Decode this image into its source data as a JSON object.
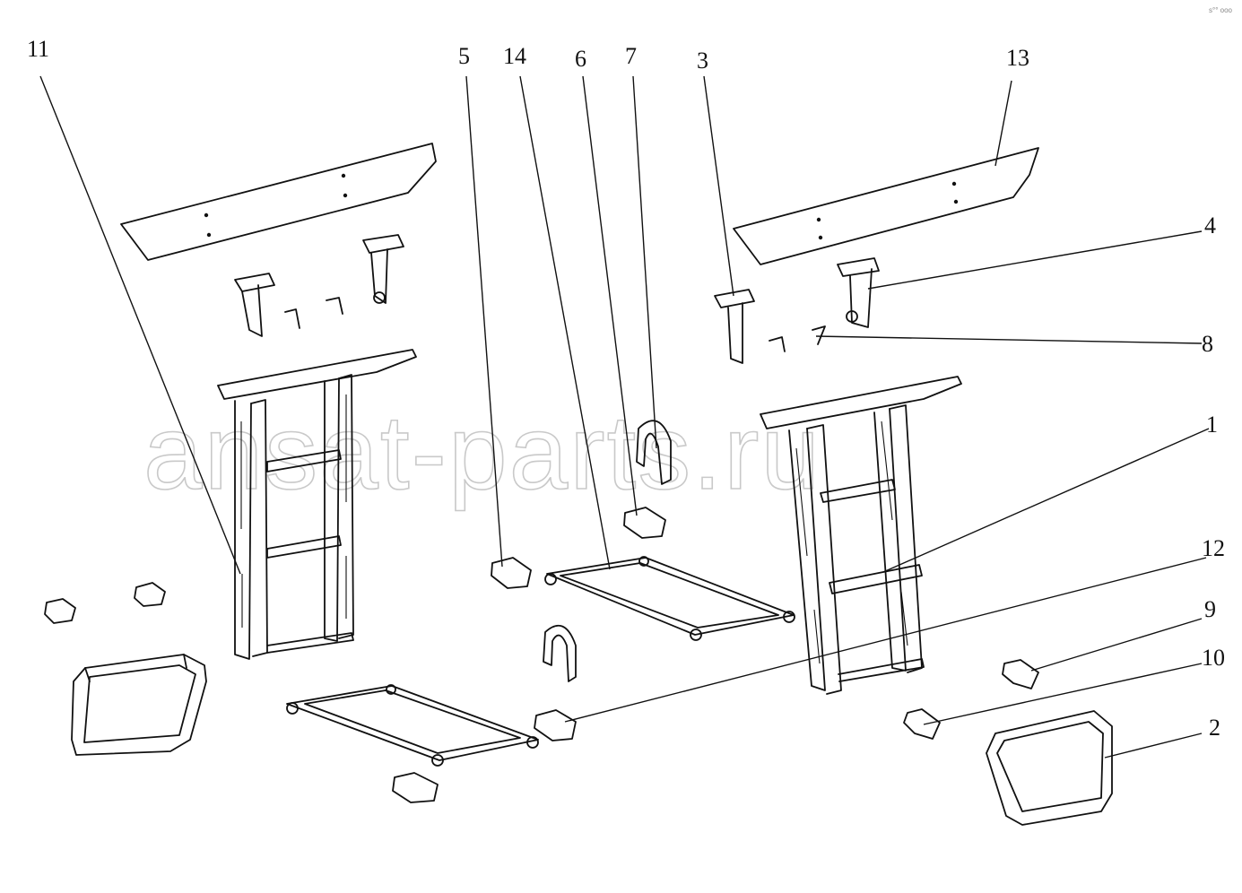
{
  "watermark": "ansat-parts.ru",
  "corner_mark": "s°° ooo",
  "callouts": {
    "c1": "1",
    "c2": "2",
    "c3": "3",
    "c4": "4",
    "c5": "5",
    "c6": "6",
    "c7": "7",
    "c8": "8",
    "c9": "9",
    "c10": "10",
    "c11": "11",
    "c12": "12",
    "c13": "13",
    "c14": "14"
  }
}
